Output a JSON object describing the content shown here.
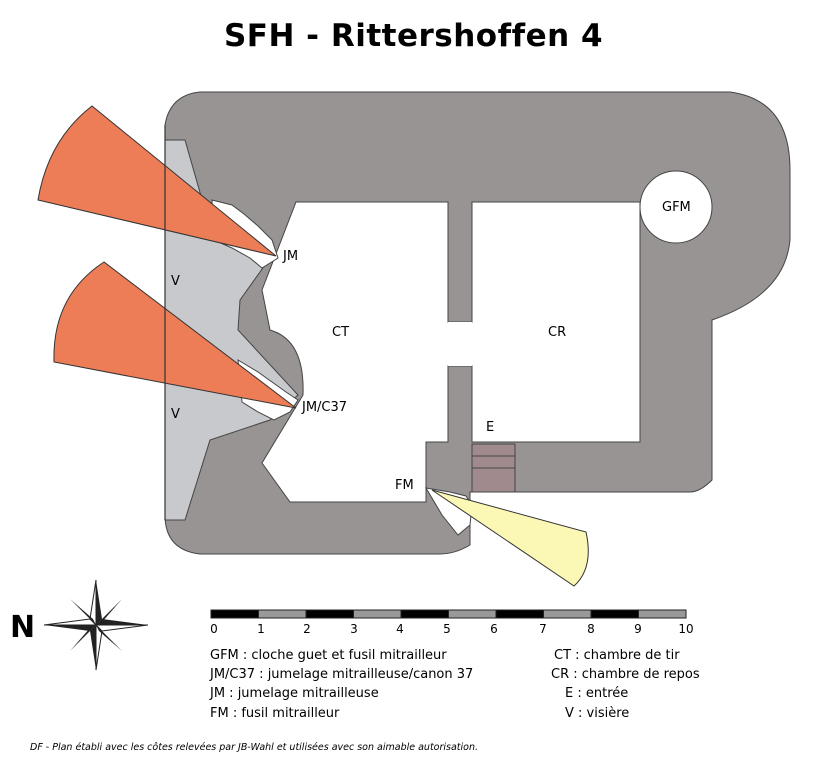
{
  "title": "SFH  -  Rittershoffen 4",
  "plan_labels": {
    "jm": "JM",
    "jm_c37": "JM/C37",
    "ct": "CT",
    "cr": "CR",
    "gfm": "GFM",
    "e": "E",
    "fm": "FM",
    "v_top": "V",
    "v_bottom": "V"
  },
  "north": "N",
  "scale": {
    "ticks": [
      "0",
      "1",
      "2",
      "3",
      "4",
      "5",
      "6",
      "7",
      "8",
      "9",
      "10"
    ]
  },
  "legend_left": [
    "GFM : cloche guet et fusil mitrailleur",
    "JM/C37 : jumelage mitrailleuse/canon 37",
    "JM : jumelage mitrailleuse",
    "FM : fusil mitrailleur"
  ],
  "legend_right": [
    "CT : chambre de tir",
    "CR : chambre de repos",
    "E : entrée",
    "V : visière"
  ],
  "credit": "DF - Plan établi avec les côtes relevées par JB-Wahl et utilisées avec son aimable autorisation.",
  "colors": {
    "concrete": "#999494",
    "fire_sector_gun": "#ec7d57",
    "fire_sector_fm": "#fbf8b6",
    "visor": "#c7c9cc",
    "entrance": "#a08a8e"
  }
}
